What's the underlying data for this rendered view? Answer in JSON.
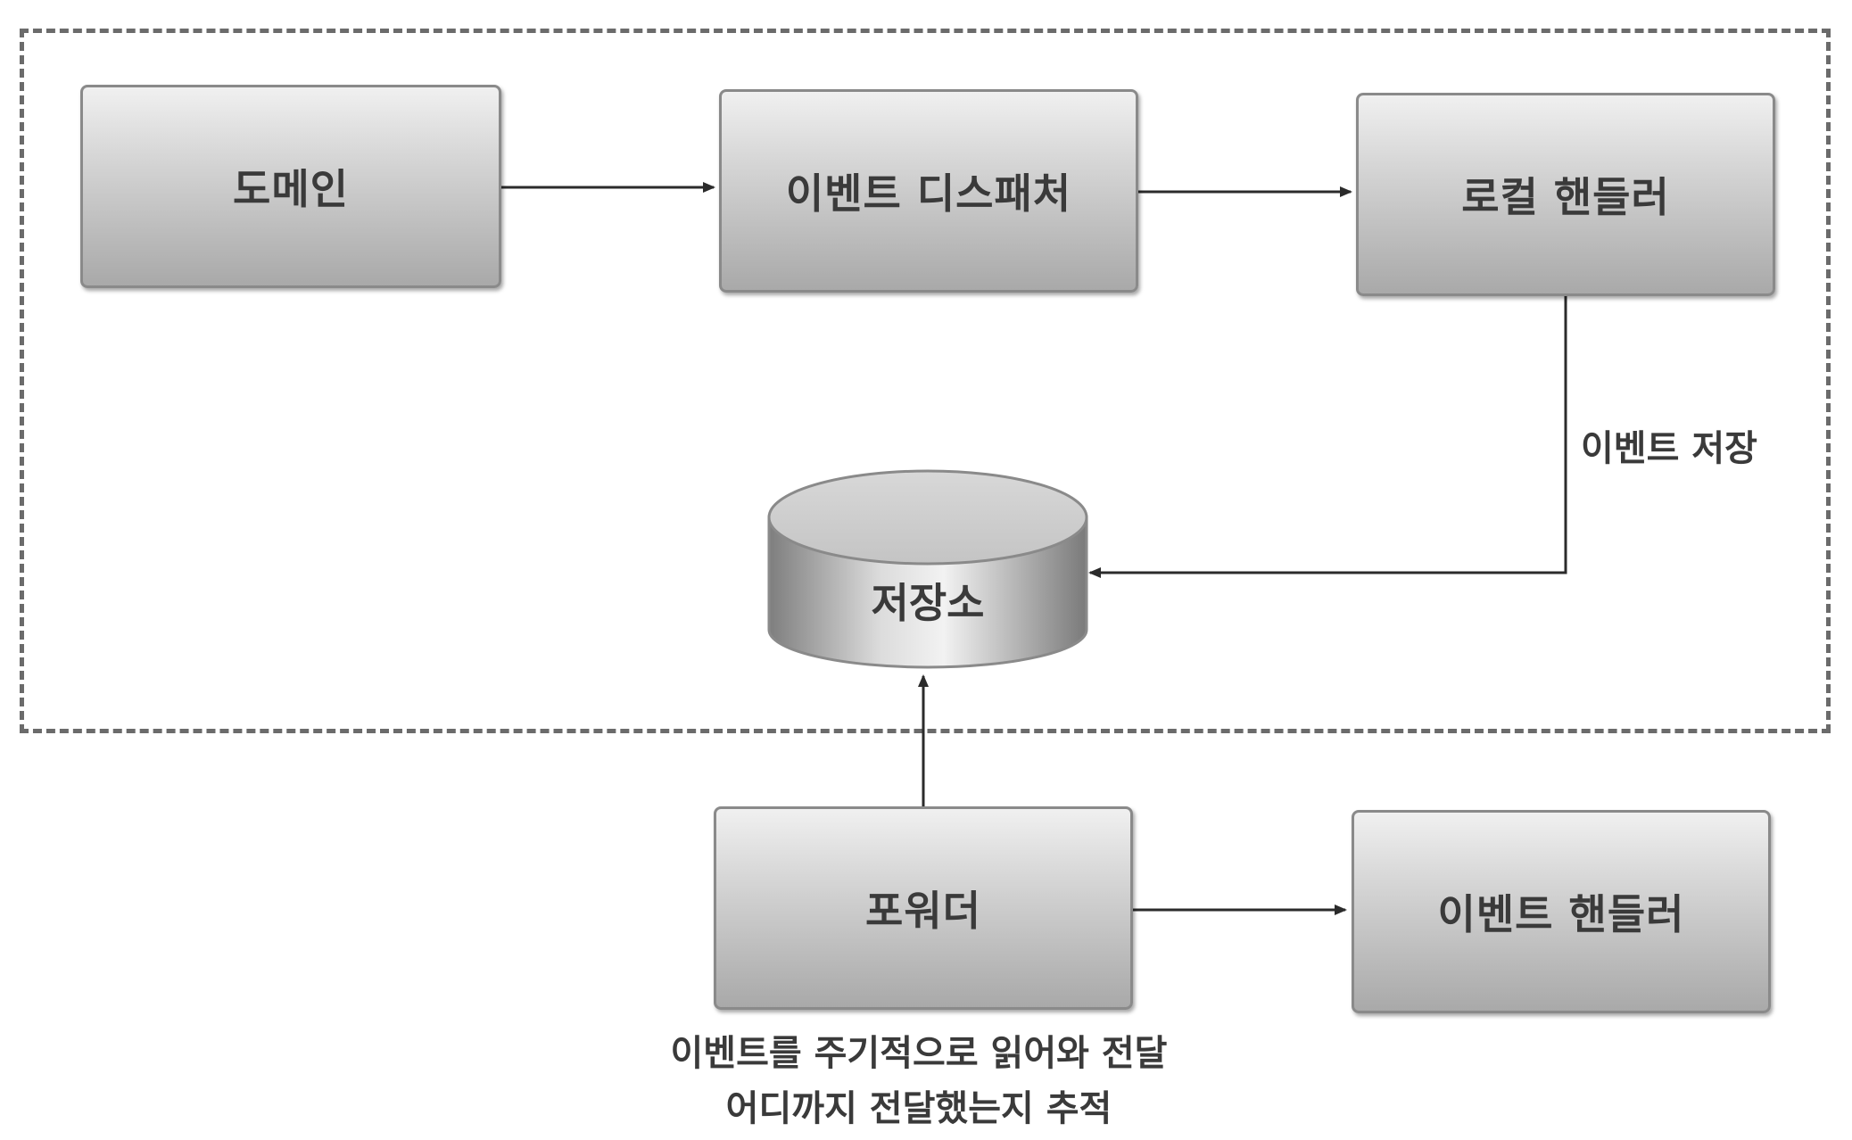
{
  "boxes": {
    "domain": "도메인",
    "dispatcher": "이벤트 디스패처",
    "local_handler": "로컬 핸들러",
    "forwarder": "포워더",
    "event_handler": "이벤트 핸들러"
  },
  "store": {
    "label": "저장소"
  },
  "edges": {
    "store_event": "이벤트 저장"
  },
  "note": {
    "line1": "이벤트를 주기적으로 읽어와 전달",
    "line2": "어디까지 전달했는지 추적"
  },
  "colors": {
    "box_top": "#f0f0f0",
    "box_bottom": "#a9a9a9",
    "border": "#8a8a8a",
    "line": "#2b2b2b",
    "dashed_boundary": "#6b6b6b"
  }
}
